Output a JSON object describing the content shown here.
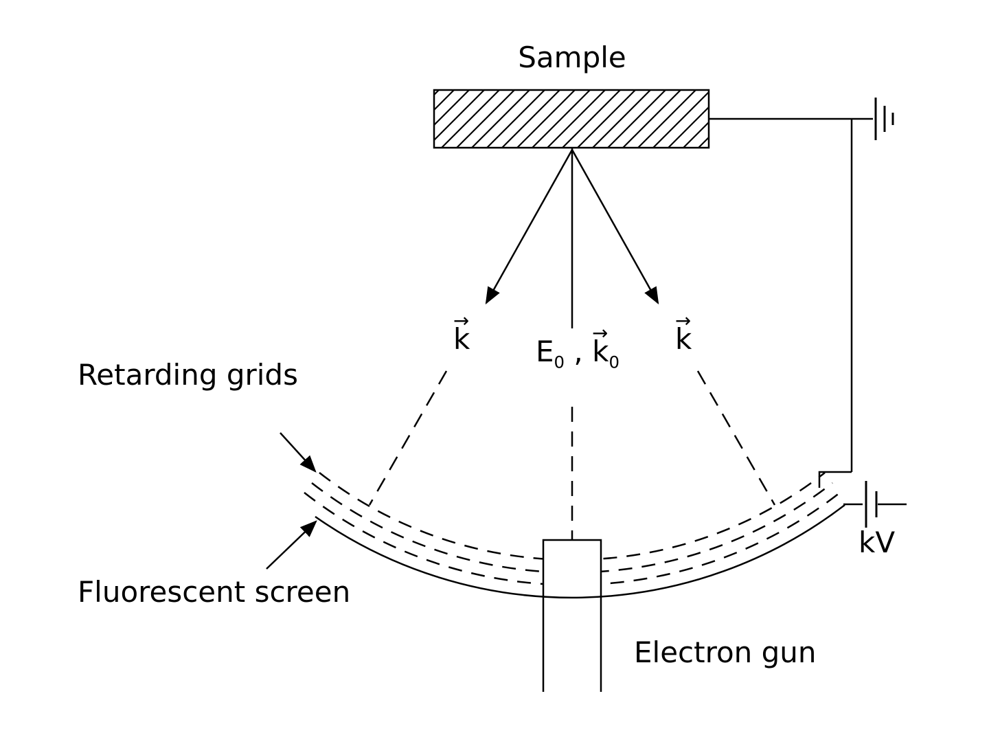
{
  "colors": {
    "line": "#000000",
    "background": "#ffffff"
  },
  "glyphs": {
    "vector_arrow": "→"
  },
  "diagram": {
    "sample_label": "Sample",
    "beam": {
      "energy_symbol": "E",
      "wavevector_symbol": "k",
      "subscript_zero": "0",
      "separator": " , "
    },
    "scattered_left_label": "k",
    "scattered_right_label": "k",
    "retarding_grids_label": "Retarding grids",
    "fluorescent_screen_label": "Fluorescent screen",
    "electron_gun_label": "Electron gun",
    "voltage_label": "kV"
  }
}
